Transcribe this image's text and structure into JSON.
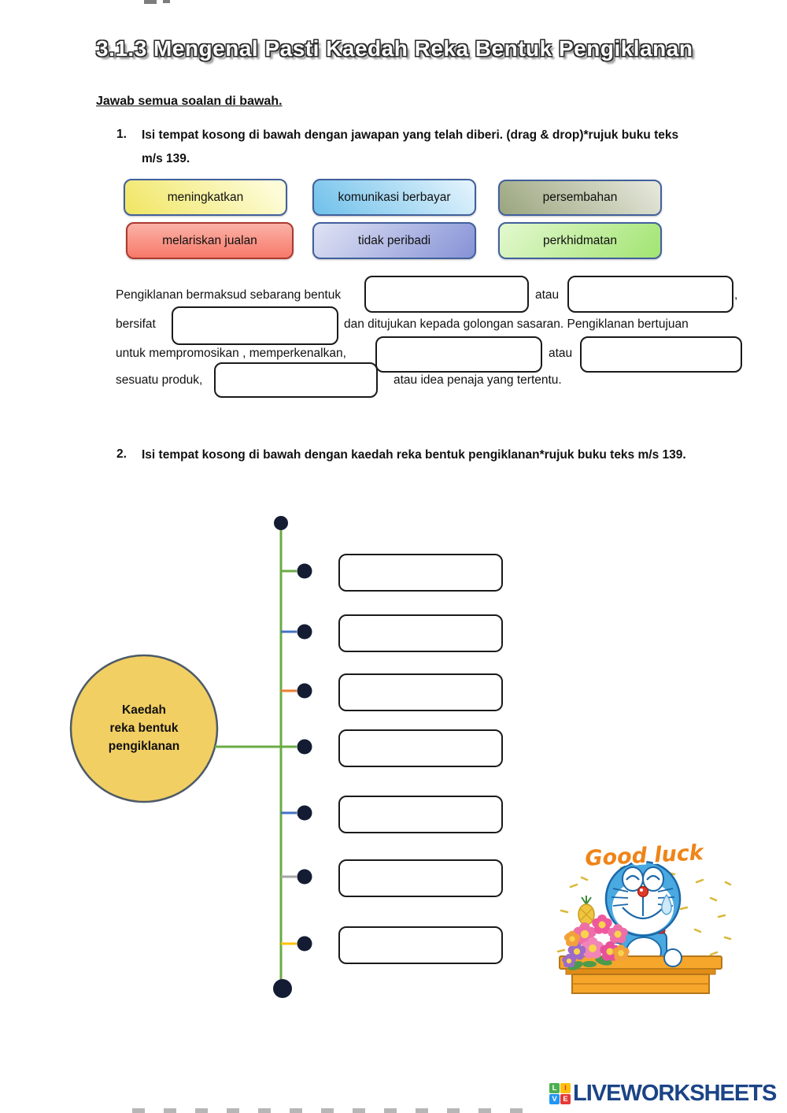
{
  "page": {
    "title": "3.1.3 Mengenal Pasti Kaedah Reka Bentuk Pengiklanan",
    "instruction": "Jawab semua soalan di bawah."
  },
  "question1": {
    "number": "1.",
    "text": "Isi tempat kosong di bawah dengan jawapan yang telah diberi. (drag & drop)*rujuk buku teks m/s 139."
  },
  "word_bank": [
    {
      "label": "meningkatkan",
      "color": "#f0e562"
    },
    {
      "label": "komunikasi berbayar",
      "color": "#6fc0ea"
    },
    {
      "label": "persembahan",
      "color": "#9aa57e"
    },
    {
      "label": "melariskan jualan",
      "color": "#f7796a"
    },
    {
      "label": "tidak peribadi",
      "color": "#8692d6"
    },
    {
      "label": "perkhidmatan",
      "color": "#a2e472"
    }
  ],
  "paragraph": {
    "s1": "Pengiklanan bermaksud sebarang bentuk",
    "atau1": "atau",
    "comma": ",",
    "s2": "bersifat",
    "s3": "dan ditujukan kepada golongan sasaran. Pengiklanan bertujuan",
    "s4": "untuk mempromosikan , memperkenalkan,",
    "atau2": "atau",
    "s5": "sesuatu produk,",
    "s6": "atau idea penaja yang tertentu."
  },
  "question2": {
    "number": "2.",
    "text": "Isi tempat kosong di bawah dengan kaedah reka bentuk pengiklanan*rujuk buku teks m/s 139."
  },
  "diagram": {
    "center_label": [
      "Kaedah",
      "reka bentuk",
      "pengiklanan"
    ],
    "circle_fill": "#f2cf63",
    "trunk_color": "#6aab45",
    "node_color": "#141c33",
    "branch_colors": [
      "#6aab45",
      "#4472c4",
      "#ed7d31",
      "#6aab45",
      "#4472c4",
      "#a6a6a6",
      "#ffc000"
    ],
    "blank_count": 7
  },
  "sticker": {
    "text": "Good luck"
  },
  "footer": {
    "brand": "LIVEWORKSHEETS",
    "brand_color": "#1b4487",
    "squares": [
      {
        "letter": "L",
        "color": "#4CAF50"
      },
      {
        "letter": "I",
        "color": "#FDC010"
      },
      {
        "letter": "V",
        "color": "#2196F3"
      },
      {
        "letter": "E",
        "color": "#E53935"
      }
    ]
  }
}
